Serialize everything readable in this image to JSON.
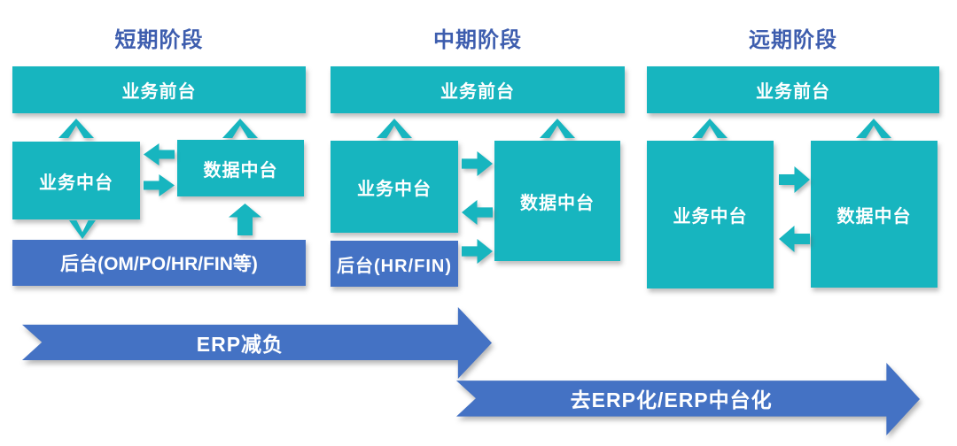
{
  "colors": {
    "teal": "#17b5bf",
    "blue": "#4472c4",
    "title": "#3d5dae"
  },
  "phases": [
    {
      "title": "短期阶段",
      "front_label": "业务前台",
      "business_mid_label": "业务中台",
      "data_mid_label": "数据中台",
      "backend_label": "后台(OM/PO/HR/FIN等)"
    },
    {
      "title": "中期阶段",
      "front_label": "业务前台",
      "business_mid_label": "业务中台",
      "data_mid_label": "数据中台",
      "backend_label": "后台(HR/FIN)"
    },
    {
      "title": "远期阶段",
      "front_label": "业务前台",
      "business_mid_label": "业务中台",
      "data_mid_label": "数据中台"
    }
  ],
  "timeline": [
    {
      "label": "ERP减负"
    },
    {
      "label": "去ERP化/ERP中台化"
    }
  ]
}
